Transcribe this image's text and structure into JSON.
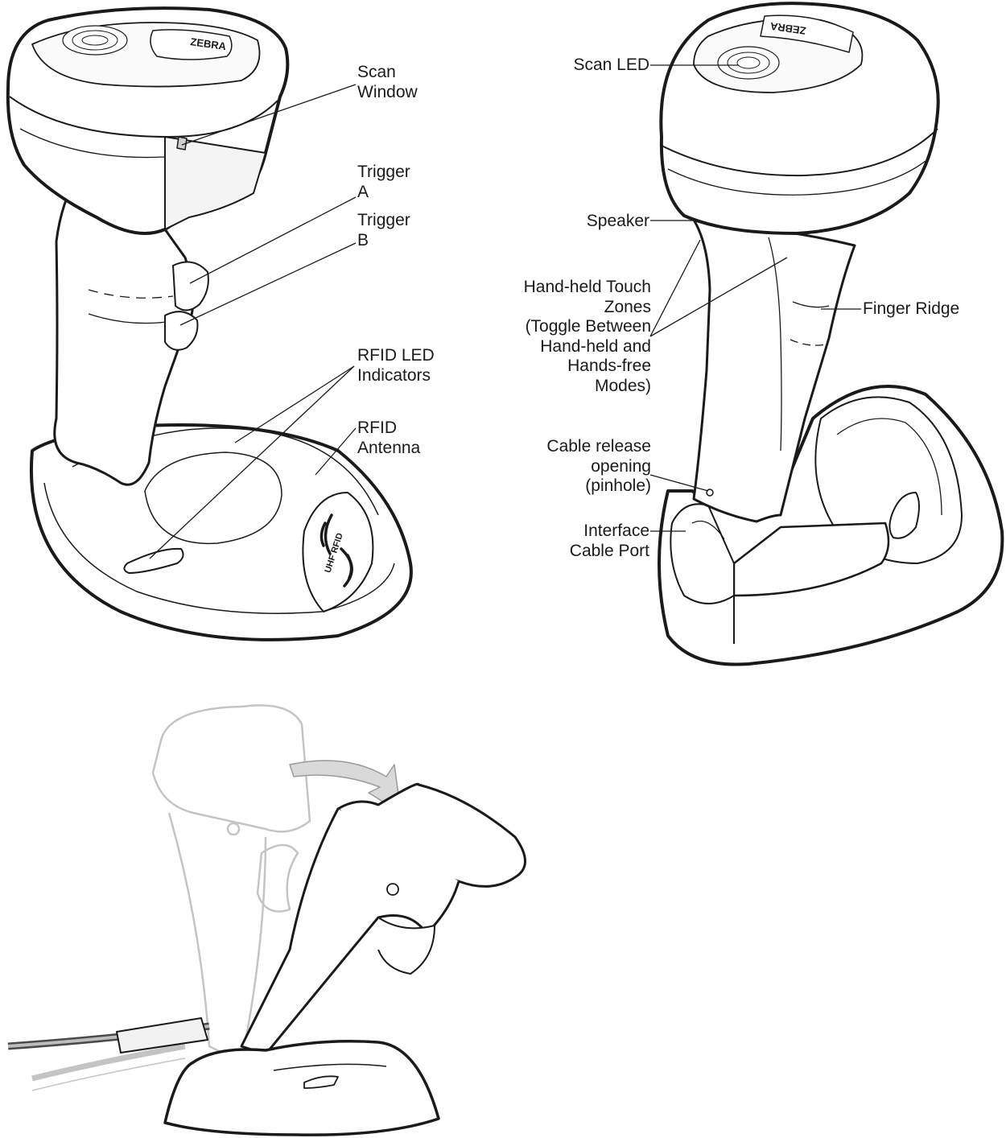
{
  "callouts_front": {
    "scan_window": "Scan\nWindow",
    "trigger_a": "Trigger\nA",
    "trigger_b": "Trigger\nB",
    "rfid_led": "RFID LED\nIndicators",
    "rfid_antenna": "RFID\nAntenna"
  },
  "callouts_back": {
    "scan_led": "Scan LED",
    "speaker": "Speaker",
    "touch_zones": "Hand-held Touch\nZones\n(Toggle Between\nHand-held and\nHands-free\nModes)",
    "finger_ridge": "Finger Ridge",
    "cable_release": "Cable release\nopening\n(pinhole)",
    "interface_port": "Interface\nCable Port"
  },
  "device_marks": {
    "brand_front": "ZEBRA",
    "brand_back": "ZEBRA",
    "base_badge": "UHF RFID"
  },
  "colors": {
    "line": "#1a1a1a",
    "fill": "#ffffff",
    "shade": "#f2f2f2",
    "faded": "#c4c4c4",
    "arrow": "#9a9a9a"
  }
}
